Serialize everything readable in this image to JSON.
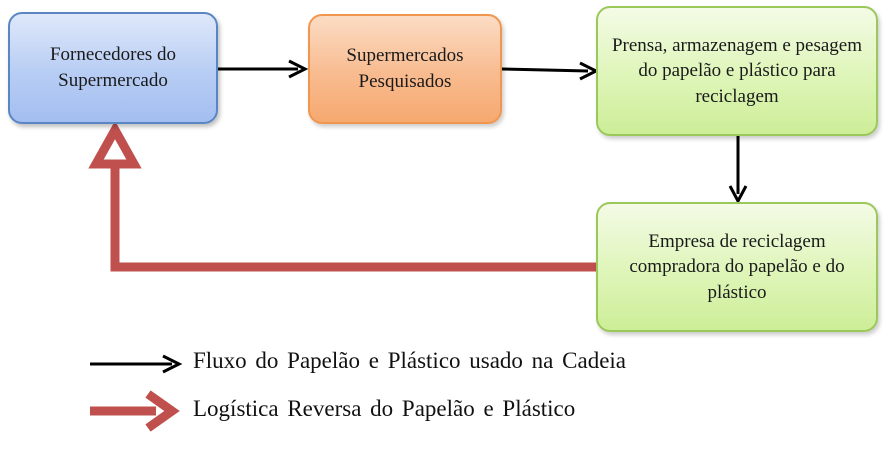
{
  "nodes": {
    "fornecedores": {
      "label": "Fornecedores do Supermercado"
    },
    "supermercados": {
      "label": "Supermercados Pesquisados"
    },
    "prensa": {
      "label": "Prensa, armazenagem e pesagem do papelão e plástico para reciclagem"
    },
    "empresa": {
      "label": "Empresa de reciclagem compradora do papelão e do plástico"
    }
  },
  "legend": {
    "flow": {
      "label": "Fluxo do Papelão e Plástico usado na Cadeia"
    },
    "reverse": {
      "label": "Logística Reversa do Papelão e Plástico"
    }
  },
  "colors": {
    "flow_arrow": "#000000",
    "reverse_arrow": "#c0504d",
    "blue_box": "#a3bef0",
    "orange_box": "#f6a970",
    "green_box": "#cdee98"
  }
}
